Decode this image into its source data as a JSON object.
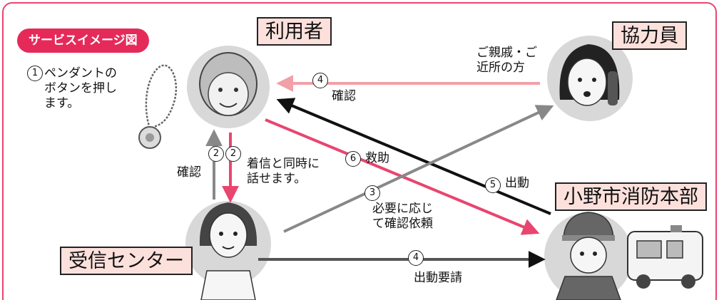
{
  "title_badge": "サービスイメージ図",
  "actors": {
    "user": "利用者",
    "helper": "協力員",
    "center": "受信センター",
    "fire_dept": "小野市消防本部"
  },
  "step1": {
    "number": "1",
    "text": "ペンダントの\nボタンを押し\nます。"
  },
  "helper_caption": "ご親戚・ご\n近所の方",
  "flows": {
    "step2_left": {
      "number": "2",
      "text": "確認"
    },
    "step2_right": {
      "number": "2",
      "text": "着信と同時に\n話せます。"
    },
    "step3": {
      "number": "3",
      "text": "必要に応じ\nて確認依頼"
    },
    "step4_top": {
      "number": "4",
      "text": "確認"
    },
    "step4_bottom": {
      "number": "4",
      "text": "出動要請"
    },
    "step5": {
      "number": "5",
      "text": "出動"
    },
    "step6": {
      "number": "6",
      "text": "救助"
    }
  },
  "colors": {
    "accent": "#e52a5a",
    "label_bg": "#fce0dc",
    "arrow_pink": "#e8456f",
    "arrow_light_pink": "#f2a0a8",
    "arrow_gray": "#888888",
    "arrow_black": "#111111"
  },
  "icons": [
    "pendant-icon",
    "elderly-woman-icon",
    "woman-phone-icon",
    "operator-icon",
    "firefighter-icon",
    "ambulance-icon"
  ]
}
